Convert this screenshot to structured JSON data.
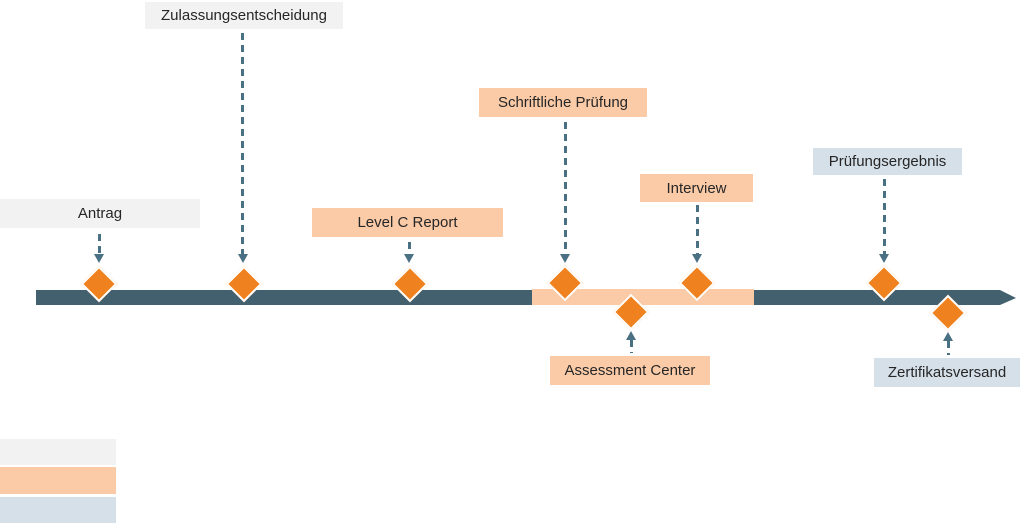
{
  "diagram": {
    "type": "timeline",
    "milestones": [
      {
        "label": "Antrag",
        "category": "gray",
        "side": "above"
      },
      {
        "label": "Zulassungsentscheidung",
        "category": "gray",
        "side": "above"
      },
      {
        "label": "Level C Report",
        "category": "peach",
        "side": "above"
      },
      {
        "label": "Schriftliche Prüfung",
        "category": "peach",
        "side": "above"
      },
      {
        "label": "Assessment Center",
        "category": "peach",
        "side": "below"
      },
      {
        "label": "Interview",
        "category": "peach",
        "side": "above"
      },
      {
        "label": "Prüfungsergebnis",
        "category": "blue",
        "side": "above"
      },
      {
        "label": "Zertifikatsversand",
        "category": "blue",
        "side": "below"
      }
    ],
    "timeline": {
      "bar_color": "#42606E",
      "highlight_segment_color": "#FBCBA8",
      "connector_color": "#4A7083",
      "diamond_color": "#EF821E",
      "diamond_border_color": "#ffffff"
    },
    "legend": {
      "items": [
        {
          "name": "category-gray",
          "color": "#F2F2F2"
        },
        {
          "name": "category-peach",
          "color": "#FBCBA8"
        },
        {
          "name": "category-blue",
          "color": "#D6E0E9"
        }
      ]
    },
    "text_color": "#262626",
    "background_color": "#ffffff"
  }
}
